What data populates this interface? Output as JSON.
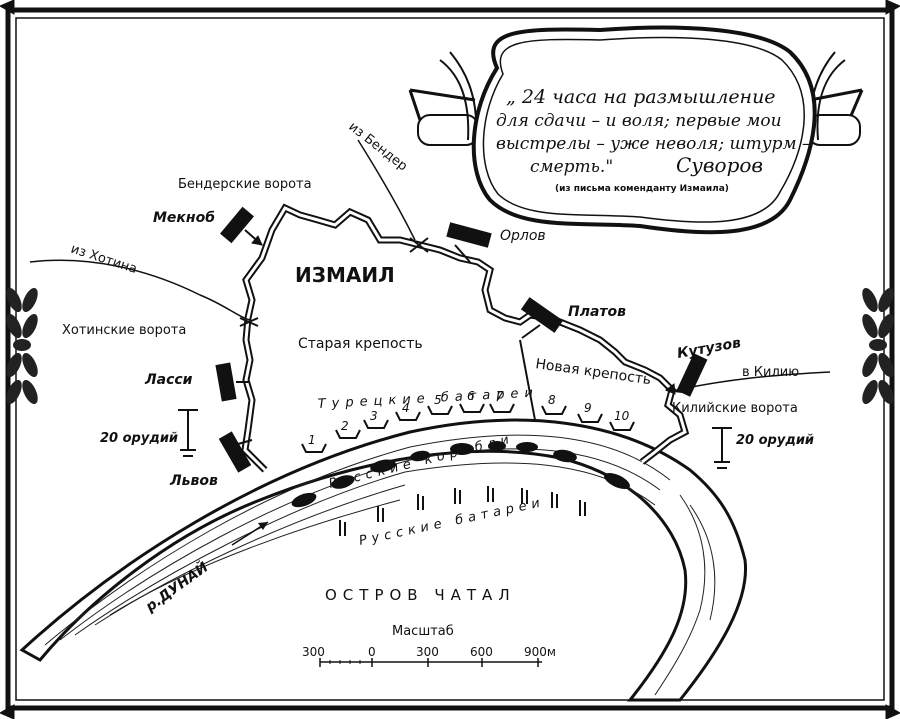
{
  "map": {
    "fortress_name": "ИЗМАИЛ",
    "old_fortress": "Старая крепость",
    "new_fortress": "Новая крепость",
    "island": "ОСТРОВ ЧАТАЛ",
    "river": "р.ДУНАЙ",
    "turkish_batteries": "Турецкие батареи",
    "russian_ships": "Русские корабли",
    "russian_batteries": "Русские батареи",
    "gates": {
      "bender": "Бендерские ворота",
      "khotin": "Хотинские ворота",
      "kiliya": "Килийские ворота"
    },
    "approaches": {
      "from_bender": "из Бендер",
      "from_khotin": "из Хотина",
      "to_kiliya": "в Килию"
    },
    "commanders": {
      "meknob": "Мекноб",
      "orlov": "Орлов",
      "platov": "Платов",
      "kutuzov": "Кутузов",
      "lassi": "Ласси",
      "lvov": "Львов"
    },
    "guns_left": "20 орудий",
    "guns_right": "20 орудий",
    "battery_numbers": [
      "1",
      "2",
      "3",
      "4",
      "5",
      "6",
      "7",
      "8",
      "9",
      "10"
    ],
    "quote": {
      "line1": "„ 24 часа на размышление",
      "line2": "для сдачи – и воля; первые мои",
      "line3": "выстрелы – уже неволя; штурм –",
      "line4": "смерть.\"",
      "author": "Суворов",
      "source": "(из письма коменданту Измаила)"
    },
    "scale": {
      "title": "Масштаб",
      "ticks": [
        "300",
        "0",
        "300",
        "600",
        "900м"
      ]
    }
  }
}
